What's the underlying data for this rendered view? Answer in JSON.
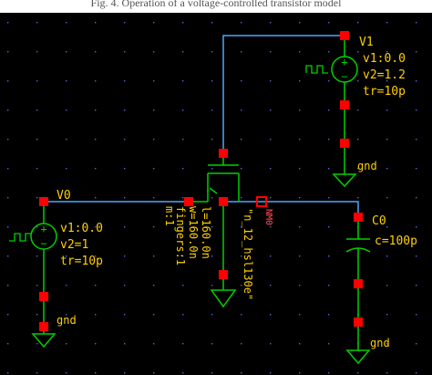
{
  "caption": "Fig. 4. Operation of a voltage-controlled transistor model",
  "colors": {
    "background": "#000000",
    "wire": "#4da6ff",
    "pin": "#ff0000",
    "symbol": "#00d000",
    "label": "#ffd000",
    "instance_name": "#ff4d4d",
    "node_name": "#ff2a2a",
    "grid_dot": "#4a6ad8"
  },
  "components": {
    "v1": {
      "name": "V1",
      "params": [
        "v1:0.0",
        "v2=1.2",
        "tr=10p"
      ],
      "ground_label": "gnd"
    },
    "v0": {
      "name": "V0",
      "params": [
        "v1:0.0",
        "v2=1",
        "tr=10p"
      ],
      "ground_label": "gnd"
    },
    "nm0": {
      "name": "NM0",
      "params": [
        "m:1",
        "fingers:1",
        "w=160.0n",
        "l=160.0n"
      ],
      "model": "\"n_12_hsl130e\""
    },
    "c0": {
      "name": "C0",
      "params": [
        "c=100p"
      ],
      "ground_label": "gnd"
    }
  }
}
